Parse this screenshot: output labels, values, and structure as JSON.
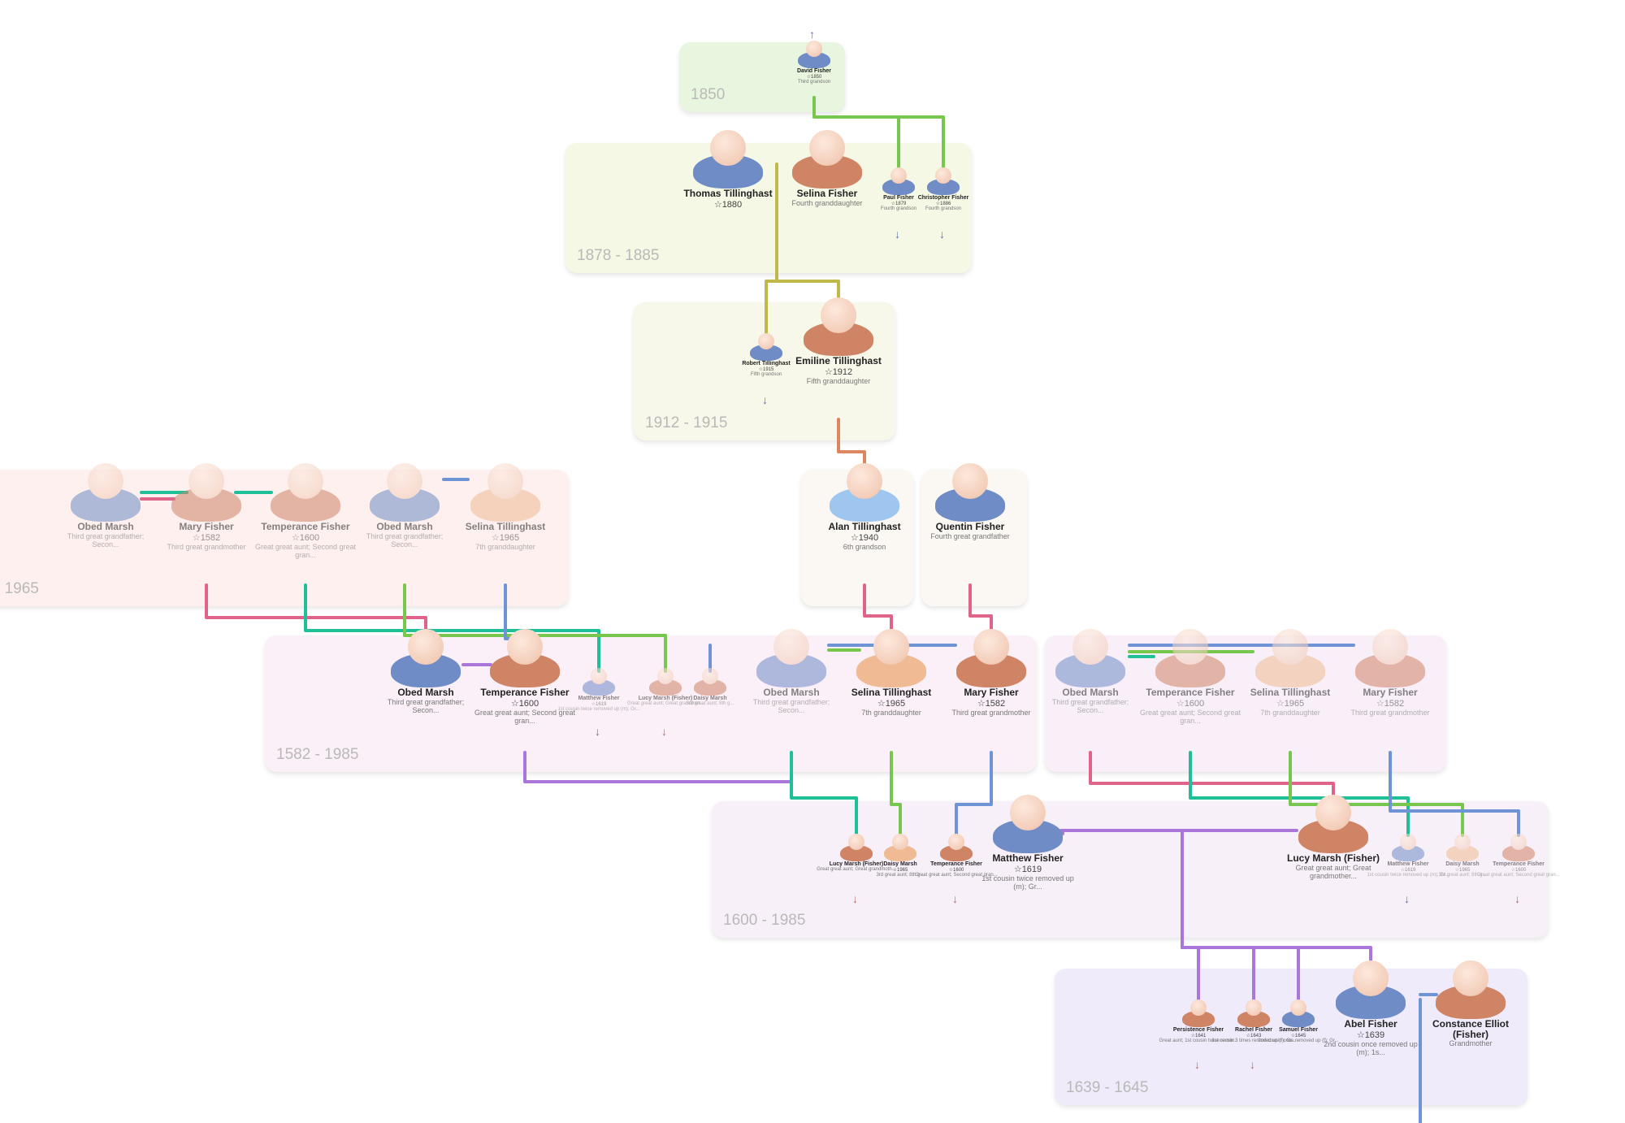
{
  "colors": {
    "male": "#6f8cc6",
    "female": "#cf8466",
    "male_light": "#9ec6ef",
    "female_light": "#f0bb94",
    "link_pink": "#e0648a",
    "link_teal": "#1fbf98",
    "link_green": "#77c74f",
    "link_blue": "#6f94d6",
    "link_purple": "#a977d9",
    "link_olive": "#bfb94b",
    "link_orange": "#dc8760"
  },
  "generations": [
    {
      "id": "g1850",
      "label": "1850"
    },
    {
      "id": "g1878",
      "label": "1878 - 1885"
    },
    {
      "id": "g1912",
      "label": "1912 - 1915"
    },
    {
      "id": "g1965",
      "label": "- 1965"
    },
    {
      "id": "g1940a",
      "label": ""
    },
    {
      "id": "g1940b",
      "label": ""
    },
    {
      "id": "g1582",
      "label": "1582 - 1985"
    },
    {
      "id": "g1582b",
      "label": ""
    },
    {
      "id": "g1600",
      "label": "1600 - 1985"
    },
    {
      "id": "g1639",
      "label": "1639 - 1645"
    }
  ],
  "people": [
    {
      "id": "david",
      "name": "David Fisher",
      "year": "☆1850",
      "rel": "Third grandson",
      "sex": "m"
    },
    {
      "id": "thomas",
      "name": "Thomas Tillinghast",
      "year": "☆1880",
      "rel": "",
      "sex": "m"
    },
    {
      "id": "selina1",
      "name": "Selina Fisher",
      "year": "",
      "rel": "Fourth granddaughter",
      "sex": "f"
    },
    {
      "id": "paul",
      "name": "Paul Fisher",
      "year": "☆1879",
      "rel": "Fourth grandson",
      "sex": "m"
    },
    {
      "id": "christopher",
      "name": "Christopher Fisher",
      "year": "☆1886",
      "rel": "Fourth grandson",
      "sex": "m"
    },
    {
      "id": "robert",
      "name": "Robert Tillinghast",
      "year": "☆1915",
      "rel": "Fifth grandson",
      "sex": "m"
    },
    {
      "id": "emiline",
      "name": "Emiline Tillinghast",
      "year": "☆1912",
      "rel": "Fifth granddaughter",
      "sex": "f"
    },
    {
      "id": "alan",
      "name": "Alan Tillinghast",
      "year": "☆1940",
      "rel": "6th grandson",
      "sex": "ml"
    },
    {
      "id": "quentin",
      "name": "Quentin Fisher",
      "year": "",
      "rel": "Fourth great grandfather",
      "sex": "m"
    },
    {
      "id": "obed_a",
      "name": "Obed Marsh",
      "year": "",
      "rel": "Third great grandfather; Secon...",
      "sex": "m"
    },
    {
      "id": "mary_a",
      "name": "Mary Fisher",
      "year": "☆1582",
      "rel": "Third great grandmother",
      "sex": "f"
    },
    {
      "id": "temp_a",
      "name": "Temperance Fisher",
      "year": "☆1600",
      "rel": "Great great aunt; Second great gran...",
      "sex": "f"
    },
    {
      "id": "obed_b",
      "name": "Obed Marsh",
      "year": "",
      "rel": "Third great grandfather; Secon...",
      "sex": "m"
    },
    {
      "id": "selina_a",
      "name": "Selina Tillinghast",
      "year": "☆1965",
      "rel": "7th granddaughter",
      "sex": "fl"
    },
    {
      "id": "obed_c",
      "name": "Obed Marsh",
      "year": "",
      "rel": "Third great grandfather; Secon...",
      "sex": "m"
    },
    {
      "id": "temp_b",
      "name": "Temperance Fisher",
      "year": "☆1600",
      "rel": "Great great aunt; Second great gran...",
      "sex": "f"
    },
    {
      "id": "matthew_s",
      "name": "Matthew Fisher",
      "year": "☆1619",
      "rel": "1st cousin twice removed up (m); Gr...",
      "sex": "m"
    },
    {
      "id": "lucy_s",
      "name": "Lucy Marsh (Fisher)",
      "year": "",
      "rel": "Great great aunt; Great grandmot...",
      "sex": "f"
    },
    {
      "id": "daisy_s",
      "name": "Daisy Marsh",
      "year": "",
      "rel": "3rd great aunt; 8th g...",
      "sex": "f"
    },
    {
      "id": "obed_d",
      "name": "Obed Marsh",
      "year": "",
      "rel": "Third great grandfather; Secon...",
      "sex": "m"
    },
    {
      "id": "selina_b",
      "name": "Selina Tillinghast",
      "year": "☆1965",
      "rel": "7th granddaughter",
      "sex": "fl"
    },
    {
      "id": "mary_b",
      "name": "Mary Fisher",
      "year": "☆1582",
      "rel": "Third great grandmother",
      "sex": "f"
    },
    {
      "id": "obed_e",
      "name": "Obed Marsh",
      "year": "",
      "rel": "Third great grandfather; Secon...",
      "sex": "m"
    },
    {
      "id": "temp_c",
      "name": "Temperance Fisher",
      "year": "☆1600",
      "rel": "Great great aunt; Second great gran...",
      "sex": "f"
    },
    {
      "id": "selina_c",
      "name": "Selina Tillinghast",
      "year": "☆1965",
      "rel": "7th granddaughter",
      "sex": "fl"
    },
    {
      "id": "mary_c",
      "name": "Mary Fisher",
      "year": "☆1582",
      "rel": "Third great grandmother",
      "sex": "f"
    },
    {
      "id": "lucy_t",
      "name": "Lucy Marsh (Fisher)",
      "year": "",
      "rel": "Great great aunt; Great grandmoth...",
      "sex": "f"
    },
    {
      "id": "daisy_t",
      "name": "Daisy Marsh",
      "year": "☆1965",
      "rel": "3rd great aunt; 8th g...",
      "sex": "fl"
    },
    {
      "id": "temp_t",
      "name": "Temperance Fisher",
      "year": "☆1600",
      "rel": "Great great aunt; Second great gran...",
      "sex": "f"
    },
    {
      "id": "matthew",
      "name": "Matthew Fisher",
      "year": "☆1619",
      "rel": "1st cousin twice removed up (m); Gr...",
      "sex": "m"
    },
    {
      "id": "lucy",
      "name": "Lucy Marsh (Fisher)",
      "year": "",
      "rel": "Great great aunt; Great grandmother...",
      "sex": "f"
    },
    {
      "id": "matthew_t2",
      "name": "Matthew Fisher",
      "year": "☆1619",
      "rel": "1st cousin twice removed up (m); Gr...",
      "sex": "m"
    },
    {
      "id": "daisy_t2",
      "name": "Daisy Marsh",
      "year": "☆1965",
      "rel": "3rd great aunt; 8th g...",
      "sex": "fl"
    },
    {
      "id": "temp_t2",
      "name": "Temperance Fisher",
      "year": "☆1600",
      "rel": "Great great aunt; Second great gran...",
      "sex": "f"
    },
    {
      "id": "persistence",
      "name": "Persistence Fisher",
      "year": "☆1641",
      "rel": "Great aunt; 1st cousin twice remov...",
      "sex": "f"
    },
    {
      "id": "rachel",
      "name": "Rachel Fisher",
      "year": "☆1643",
      "rel": "1st cousin 3 times removed up (f); Gr...",
      "sex": "f"
    },
    {
      "id": "samuel",
      "name": "Samuel Fisher",
      "year": "☆1645",
      "rel": "2nd cousin once removed up (f); Gr...",
      "sex": "m"
    },
    {
      "id": "abel",
      "name": "Abel Fisher",
      "year": "☆1639",
      "rel": "2nd cousin once removed up (m); 1s...",
      "sex": "m"
    },
    {
      "id": "constance",
      "name": "Constance Elliot (Fisher)",
      "year": "",
      "rel": "Grandmother",
      "sex": "f"
    }
  ]
}
